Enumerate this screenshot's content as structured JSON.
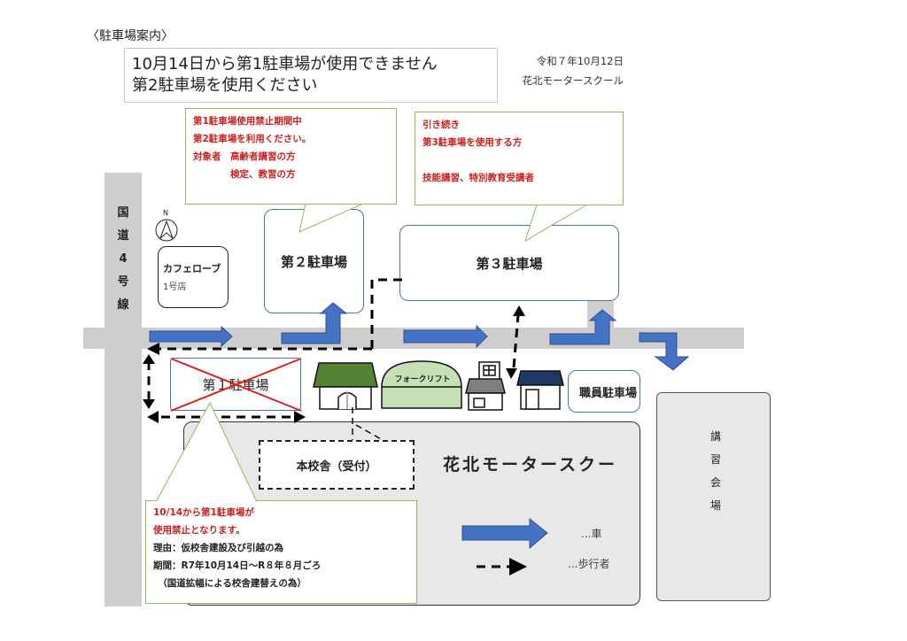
{
  "header": {
    "title": "〈駐車場案内〉",
    "notice_lines": [
      "10月14日から第1駐車場が使用できません",
      "第2駐車場を使用ください"
    ],
    "date": "令和７年10月12日",
    "organization": "花北モータースクール"
  },
  "callouts": {
    "lot2": {
      "red_lines": [
        "第1駐車場使用禁止期間中",
        "第2駐車場を利用ください。",
        "対象者　高齢者講習の方",
        "　　　　検定、教習の方"
      ]
    },
    "lot3": {
      "red_lines": [
        "引き続き",
        "第3駐車場を使用する方",
        "",
        "技能講習、特別教育受講者"
      ]
    },
    "lot1": {
      "red_lines": [
        "10/14から第1駐車場が",
        "使用禁止となります。"
      ],
      "black_lines": [
        "理由：仮校舎建設及び引越の為",
        "期間：R7年10月14日〜R８年８月ごろ",
        "　（国道拡幅による校舎建替えの為）"
      ]
    }
  },
  "map": {
    "highway_label": [
      "国",
      "道",
      "4",
      "号",
      "線"
    ],
    "north_label": "N",
    "cafe": {
      "name": "カフェローブ",
      "branch": "1号店"
    },
    "lot1": {
      "label": "第１駐車場",
      "status": "closed"
    },
    "lot2": {
      "label": "第２駐車場"
    },
    "lot3": {
      "label": "第３駐車場"
    },
    "staff_lot": {
      "label": "職員駐車場"
    },
    "forklift": {
      "label": "フォークリフト"
    },
    "main_building": {
      "label": "本校舎（受付）"
    },
    "school_name": "花北モータースクー",
    "lecture_hall": [
      "講",
      "習",
      "会",
      "場"
    ]
  },
  "legend": {
    "car": "...車",
    "pedestrian": "...歩行者"
  },
  "colors": {
    "car_arrow": "#4472c4",
    "callout_border": "#8dba5b",
    "alert_red": "#cc1f1f",
    "road": "#cecece",
    "building_green": "#548235",
    "forklift_green": "#c5e0b4",
    "roof_gray": "#7f7f7f",
    "roof_navy": "#203864"
  }
}
